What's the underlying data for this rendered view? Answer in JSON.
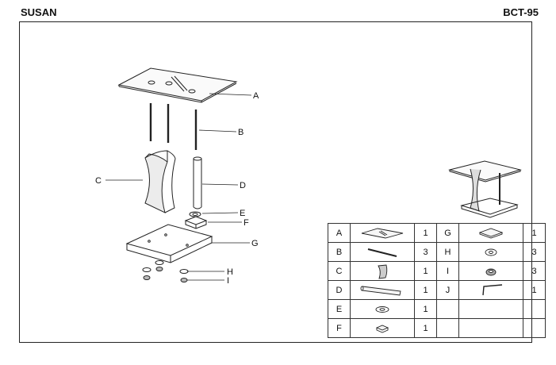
{
  "header": {
    "left_title": "SUSAN",
    "right_code": "BCT-95"
  },
  "diagram_labels": {
    "A": "A",
    "B": "B",
    "C": "C",
    "D": "D",
    "E": "E",
    "F": "F",
    "G": "G",
    "H": "H",
    "I": "I"
  },
  "parts": [
    {
      "letter": "A",
      "qty": "1",
      "icon": "glass-top-icon"
    },
    {
      "letter": "B",
      "qty": "3",
      "icon": "rod-icon"
    },
    {
      "letter": "C",
      "qty": "1",
      "icon": "curved-panel-icon"
    },
    {
      "letter": "D",
      "qty": "1",
      "icon": "tube-icon"
    },
    {
      "letter": "E",
      "qty": "1",
      "icon": "washer-ring-icon"
    },
    {
      "letter": "F",
      "qty": "1",
      "icon": "small-block-icon"
    },
    {
      "letter": "G",
      "qty": "1",
      "icon": "base-plate-icon"
    },
    {
      "letter": "H",
      "qty": "3",
      "icon": "washer-icon"
    },
    {
      "letter": "I",
      "qty": "3",
      "icon": "nut-icon"
    },
    {
      "letter": "J",
      "qty": "1",
      "icon": "allen-key-icon"
    }
  ]
}
